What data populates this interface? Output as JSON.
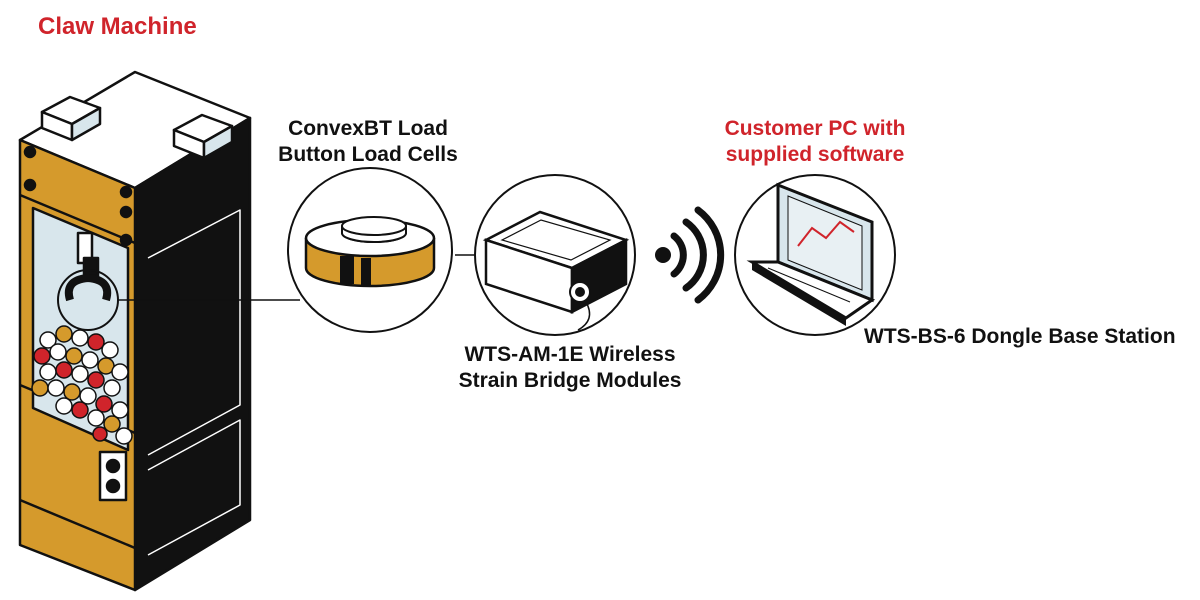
{
  "title": "Claw Machine",
  "labels": {
    "load_cells": [
      "ConvexBT Load",
      "Button Load Cells"
    ],
    "modules": [
      "WTS-AM-1E Wireless",
      "Strain Bridge Modules"
    ],
    "pc": [
      "Customer PC with",
      "supplied software"
    ],
    "base_station": "WTS-BS-6 Dongle Base Station"
  },
  "colors": {
    "accent_red": "#d0242b",
    "cabinet_orange": "#d59a2c",
    "outline": "#111111",
    "glass": "#d8e6ec"
  },
  "icons": [
    "claw-machine-icon",
    "load-cell-icon",
    "strain-module-icon",
    "wireless-signal-icon",
    "laptop-icon"
  ]
}
